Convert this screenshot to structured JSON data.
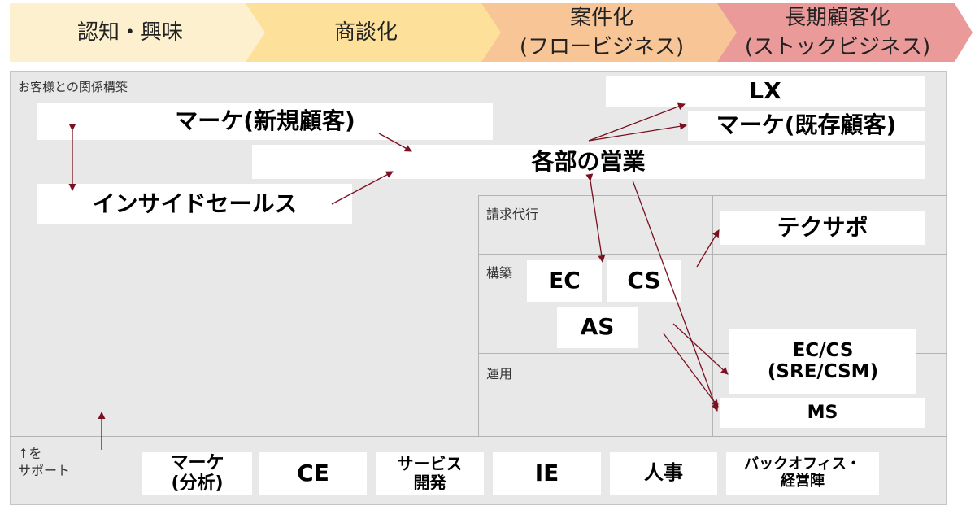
{
  "stages": [
    {
      "line1": "認知・興味",
      "line2": "",
      "color": "#fdf0cf"
    },
    {
      "line1": "商談化",
      "line2": "",
      "color": "#fde19a"
    },
    {
      "line1": "案件化",
      "line2": "(フロービジネス)",
      "color": "#f7c596"
    },
    {
      "line1": "長期顧客化",
      "line2": "(ストックビジネス)",
      "color": "#eb9a9a"
    }
  ],
  "panel": {
    "title": "お客様との関係構築",
    "row_labels": {
      "billing": "請求代行",
      "build": "構築",
      "ops": "運用"
    },
    "support_label_1": "↑を",
    "support_label_2": "サポート"
  },
  "boxes": {
    "lx": "LX",
    "marke_new": "マーケ(新規顧客)",
    "marke_existing": "マーケ(既存顧客)",
    "sales": "各部の営業",
    "inside_sales": "インサイドセールス",
    "techsupport": "テクサポ",
    "ec": "EC",
    "cs": "CS",
    "as": "AS",
    "eccs_1": "EC/CS",
    "eccs_2": "(SRE/CSM)",
    "ms": "MS"
  },
  "support": {
    "marke_1": "マーケ",
    "marke_2": "(分析)",
    "ce": "CE",
    "service_1": "サービス",
    "service_2": "開発",
    "ie": "IE",
    "hr": "人事",
    "backoffice_1": "バックオフィス・",
    "backoffice_2": "経営陣"
  },
  "colors": {
    "arrow": "#7a1020",
    "panel": "#e8e8e8"
  }
}
